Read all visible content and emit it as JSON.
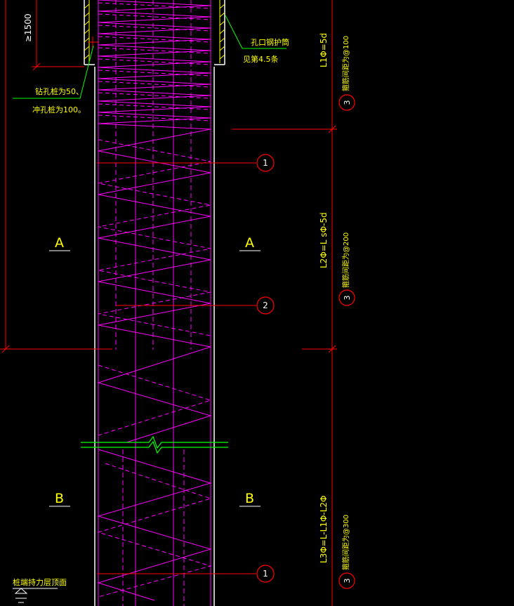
{
  "labels": {
    "min_length": "≥1500",
    "casing_note_1": "孔口钢护筒",
    "casing_note_2": "见第4.5条",
    "drill_note_1": "钻孔桩为50、",
    "drill_note_2": "冲孔桩为100。",
    "section_a": "A",
    "section_b": "B",
    "bearing_layer": "桩端持力层顶面",
    "zone1_len": "L1Φ=5d",
    "zone1_note": "箍筋间距为@100",
    "zone2_len": "L2Φ=L sΦ-5d",
    "zone2_note": "箍筋间距为@200",
    "zone3_len": "L3Φ=L-L1Φ-L2Φ",
    "zone3_note": "箍筋间距为@300"
  },
  "callouts": {
    "c1_top": "1",
    "c2": "2",
    "c1_bottom": "1",
    "z1": "3",
    "z2": "3",
    "z3": "3"
  },
  "colors": {
    "rebar": "#ff00ff",
    "dimension": "#ff0000",
    "outline": "#ffffff",
    "text": "#ffff00",
    "leader": "#00ff00"
  }
}
